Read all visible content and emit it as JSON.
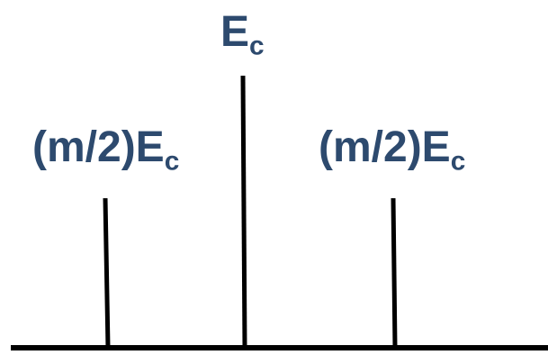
{
  "diagram": {
    "labels": {
      "center": {
        "main": "E",
        "sub": "c"
      },
      "left": {
        "main": "(m/2)E",
        "sub": "c"
      },
      "right": {
        "main": "(m/2)E",
        "sub": "c"
      }
    },
    "colors": {
      "label": "#2d4a6e",
      "line": "#000000"
    }
  }
}
